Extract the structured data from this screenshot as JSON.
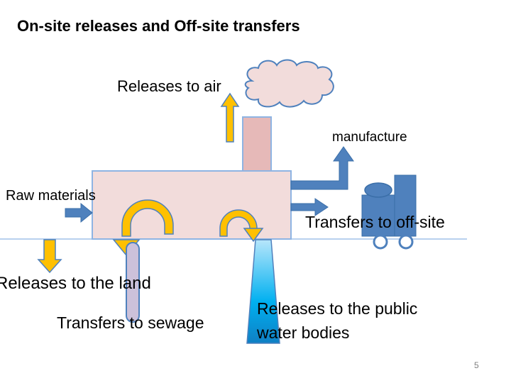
{
  "title": "On-site releases and Off-site transfers",
  "labels": {
    "releases_air": "Releases to air",
    "manufacture": "manufacture",
    "raw_materials": "Raw materials",
    "transfers_offsite": "Transfers to off-site",
    "releases_land": "Releases to  the  land",
    "transfers_sewage": "Transfers to sewage",
    "releases_water_line1": "Releases to  the public",
    "releases_water_line2": "water bodies"
  },
  "page_number": "5",
  "colors": {
    "factory": "#f2dcdb",
    "chimney": "#e6b9b8",
    "arrow_yellow": "#ffc000",
    "arrow_blue": "#4f81bd",
    "outline": "#8eb4e3",
    "cloud": "#f2dcdb",
    "truck": "#4f81bd",
    "water_cyan": "#00b0f0",
    "sewage_pipe": "#ccc1da"
  }
}
